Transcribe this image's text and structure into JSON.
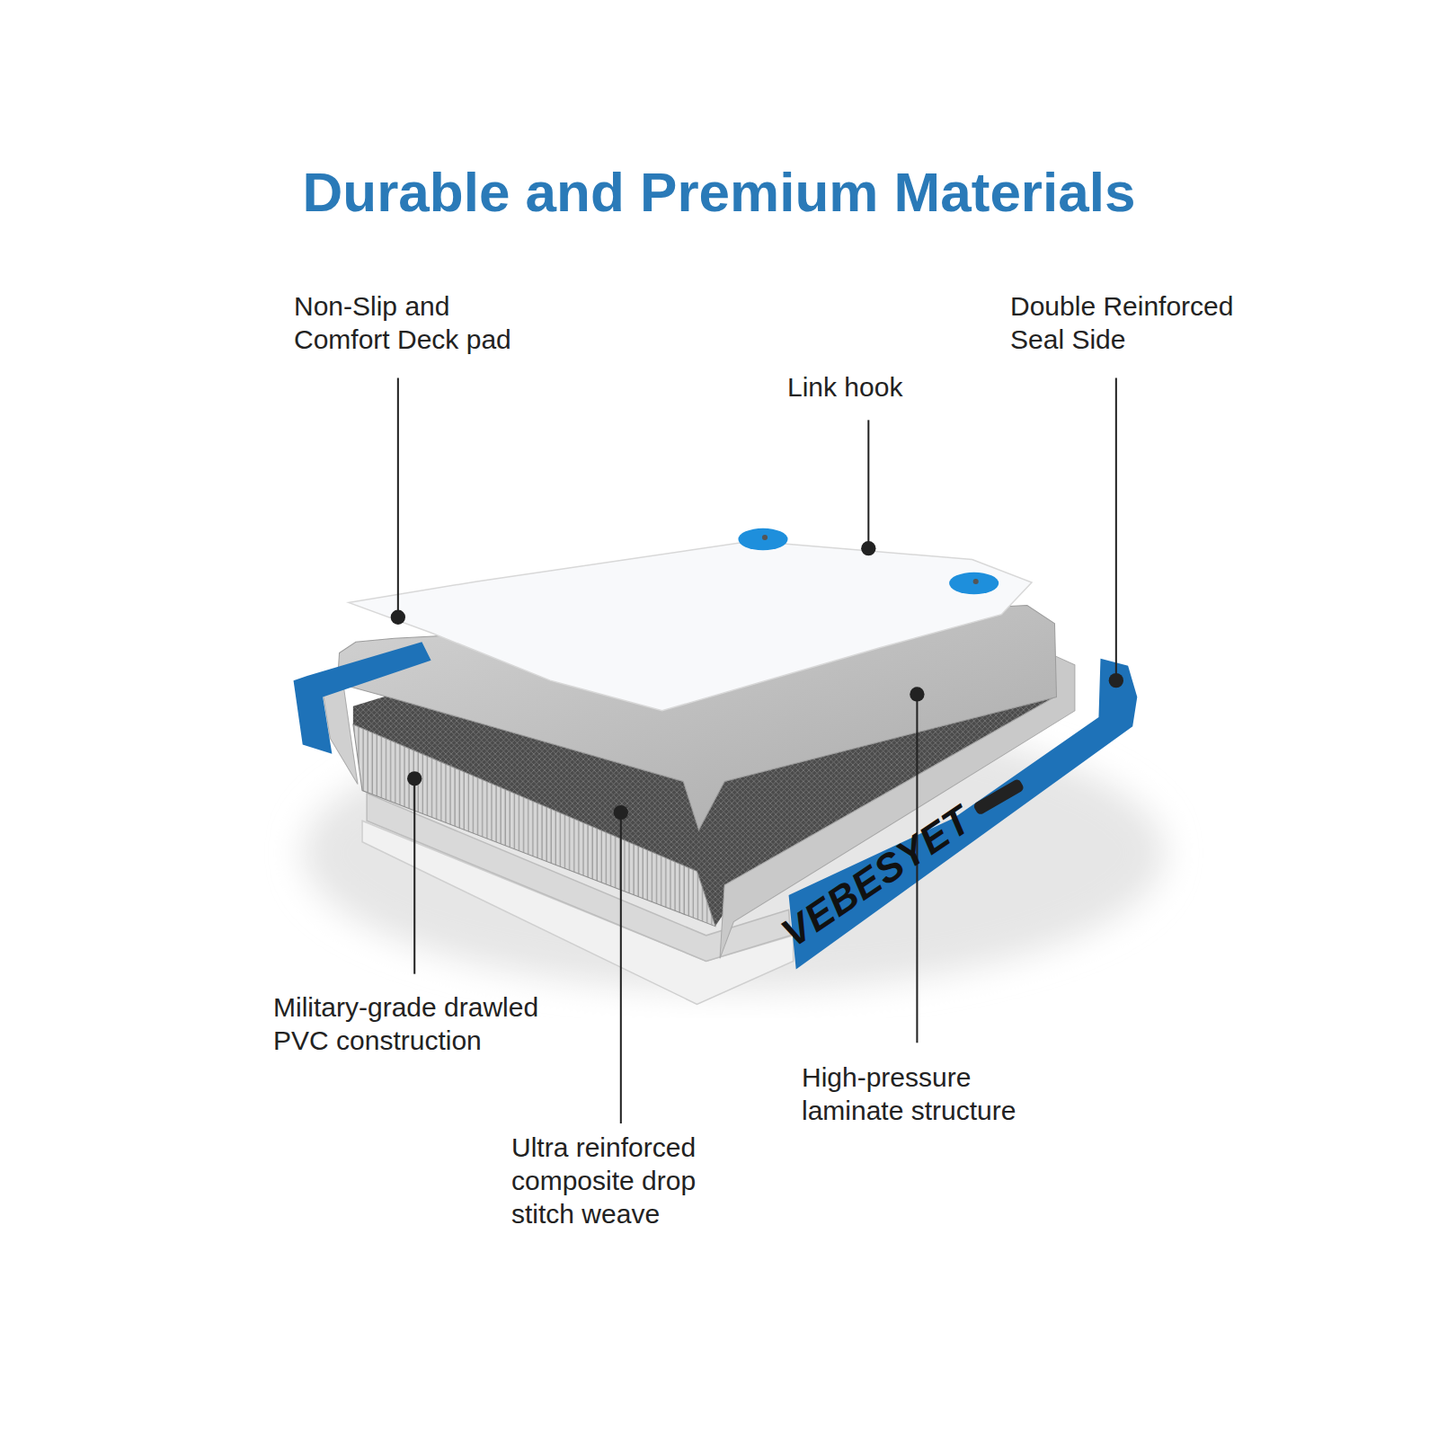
{
  "diagram": {
    "title": "Durable and Premium Materials",
    "labels": [
      "Non-Slip and Comfort Deck pad",
      "Link hook",
      "Double Reinforced Seal Side",
      "Military-grade drawled PVC construction",
      "Ultra reinforced composite drop stitch weave",
      "High-pressure laminate structure",
      "VEBESYET"
    ]
  }
}
